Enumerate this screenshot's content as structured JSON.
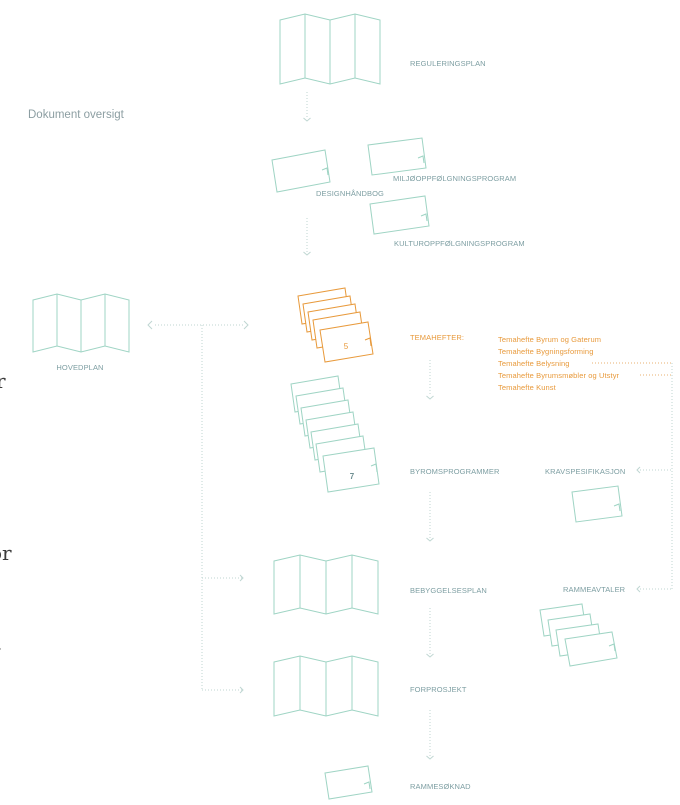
{
  "title": "Dokument oversigt",
  "nodes": {
    "reguleringsplan": "REGULERINGSPLAN",
    "designhandbog": "DESIGNHÅNDBOG",
    "miljo": "MILJØOPPFØLGNINGSPROGRAM",
    "kultur": "KULTUROPPFØLGNINGSPROGRAM",
    "hovedplan": "HOVEDPLAN",
    "temahefter": "TEMAHEFTER:",
    "byromsprogrammer": "BYROMSPROGRAMMER",
    "kravspesifikasjon": "KRAVSPESIFIKASJON",
    "bebyggelsesplan": "BEBYGGELSESPLAN",
    "rammeavtaler": "RAMMEAVTALER",
    "forprosjekt": "FORPROSJEKT",
    "rammesoknad": "RAMMESØKNAD"
  },
  "temahefter_items": [
    "Temahefte Byrum og Gaterum",
    "Temahefte Bygningsforming",
    "Temahefte Belysning",
    "Temahefte Byrumsmøbler og Utstyr",
    "Temahefte Kunst"
  ],
  "counts": {
    "temahefter": "5",
    "byromsprogrammer": "7"
  },
  "cut_off_text": [
    "r",
    "or",
    "."
  ],
  "colors": {
    "accent": "#e89a3c",
    "line": "#9fd4c4",
    "text": "#7d9ea2"
  }
}
